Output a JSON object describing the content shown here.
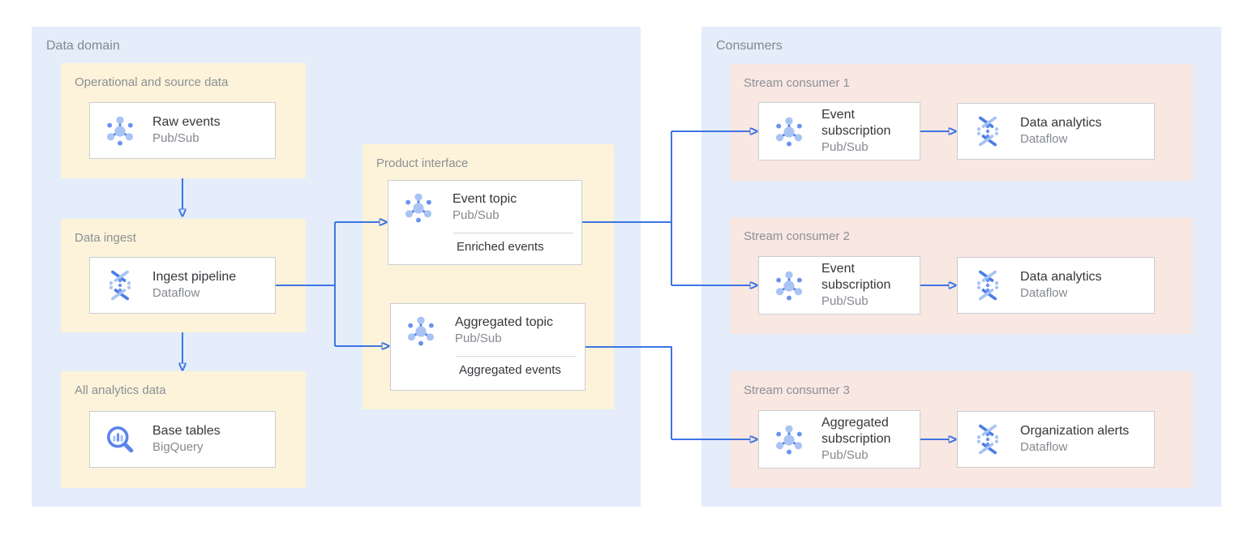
{
  "panels": {
    "data_domain": {
      "label": "Data domain"
    },
    "consumers": {
      "label": "Consumers"
    }
  },
  "zones": {
    "operational": {
      "label": "Operational and source data"
    },
    "data_ingest": {
      "label": "Data ingest"
    },
    "all_analytics": {
      "label": "All analytics data"
    },
    "product_interface": {
      "label": "Product interface"
    },
    "stream_consumer_1": {
      "label": "Stream consumer 1"
    },
    "stream_consumer_2": {
      "label": "Stream consumer 2"
    },
    "stream_consumer_3": {
      "label": "Stream consumer 3"
    }
  },
  "nodes": {
    "raw_events": {
      "title": "Raw events",
      "product": "Pub/Sub",
      "icon": "pubsub-icon"
    },
    "ingest_pipeline": {
      "title": "Ingest pipeline",
      "product": "Dataflow",
      "icon": "dataflow-icon"
    },
    "base_tables": {
      "title": "Base tables",
      "product": "BigQuery",
      "icon": "bigquery-icon"
    },
    "event_topic": {
      "title": "Event topic",
      "product": "Pub/Sub",
      "tag": "Enriched events",
      "icon": "pubsub-icon"
    },
    "aggregated_topic": {
      "title": "Aggregated topic",
      "product": "Pub/Sub",
      "tag": "Aggregated events",
      "icon": "pubsub-icon"
    },
    "event_sub_1": {
      "title": "Event subscription",
      "product": "Pub/Sub",
      "icon": "pubsub-icon"
    },
    "analytics_1": {
      "title": "Data analytics",
      "product": "Dataflow",
      "icon": "dataflow-icon"
    },
    "event_sub_2": {
      "title": "Event subscription",
      "product": "Pub/Sub",
      "icon": "pubsub-icon"
    },
    "analytics_2": {
      "title": "Data analytics",
      "product": "Dataflow",
      "icon": "dataflow-icon"
    },
    "aggregated_sub_3": {
      "title": "Aggregated subscription",
      "product": "Pub/Sub",
      "icon": "pubsub-icon"
    },
    "alerts_3": {
      "title": "Organization alerts",
      "product": "Dataflow",
      "icon": "dataflow-icon"
    }
  },
  "edges": [
    {
      "from": "raw_events",
      "to": "ingest_pipeline"
    },
    {
      "from": "ingest_pipeline",
      "to": "base_tables"
    },
    {
      "from": "ingest_pipeline",
      "to": "event_topic"
    },
    {
      "from": "ingest_pipeline",
      "to": "aggregated_topic"
    },
    {
      "from": "event_topic",
      "to": "event_sub_1"
    },
    {
      "from": "event_topic",
      "to": "event_sub_2"
    },
    {
      "from": "aggregated_topic",
      "to": "aggregated_sub_3"
    },
    {
      "from": "event_sub_1",
      "to": "analytics_1"
    },
    {
      "from": "event_sub_2",
      "to": "analytics_2"
    },
    {
      "from": "aggregated_sub_3",
      "to": "alerts_3"
    }
  ],
  "colors": {
    "panel_bg": "#e4edf9",
    "zone_yellow": "#fcf3da",
    "zone_pink": "#f9e7e2",
    "card_bg": "#ffffff",
    "card_border": "#c9cdd2",
    "arrow_blue": "#3e75e3",
    "label_gray": "#8b9096",
    "title_dark": "#35373b",
    "icon_blue_light": "#a9c3f4",
    "icon_blue_dark": "#4a7de8",
    "icon_blue_mid": "#6a93ee"
  }
}
